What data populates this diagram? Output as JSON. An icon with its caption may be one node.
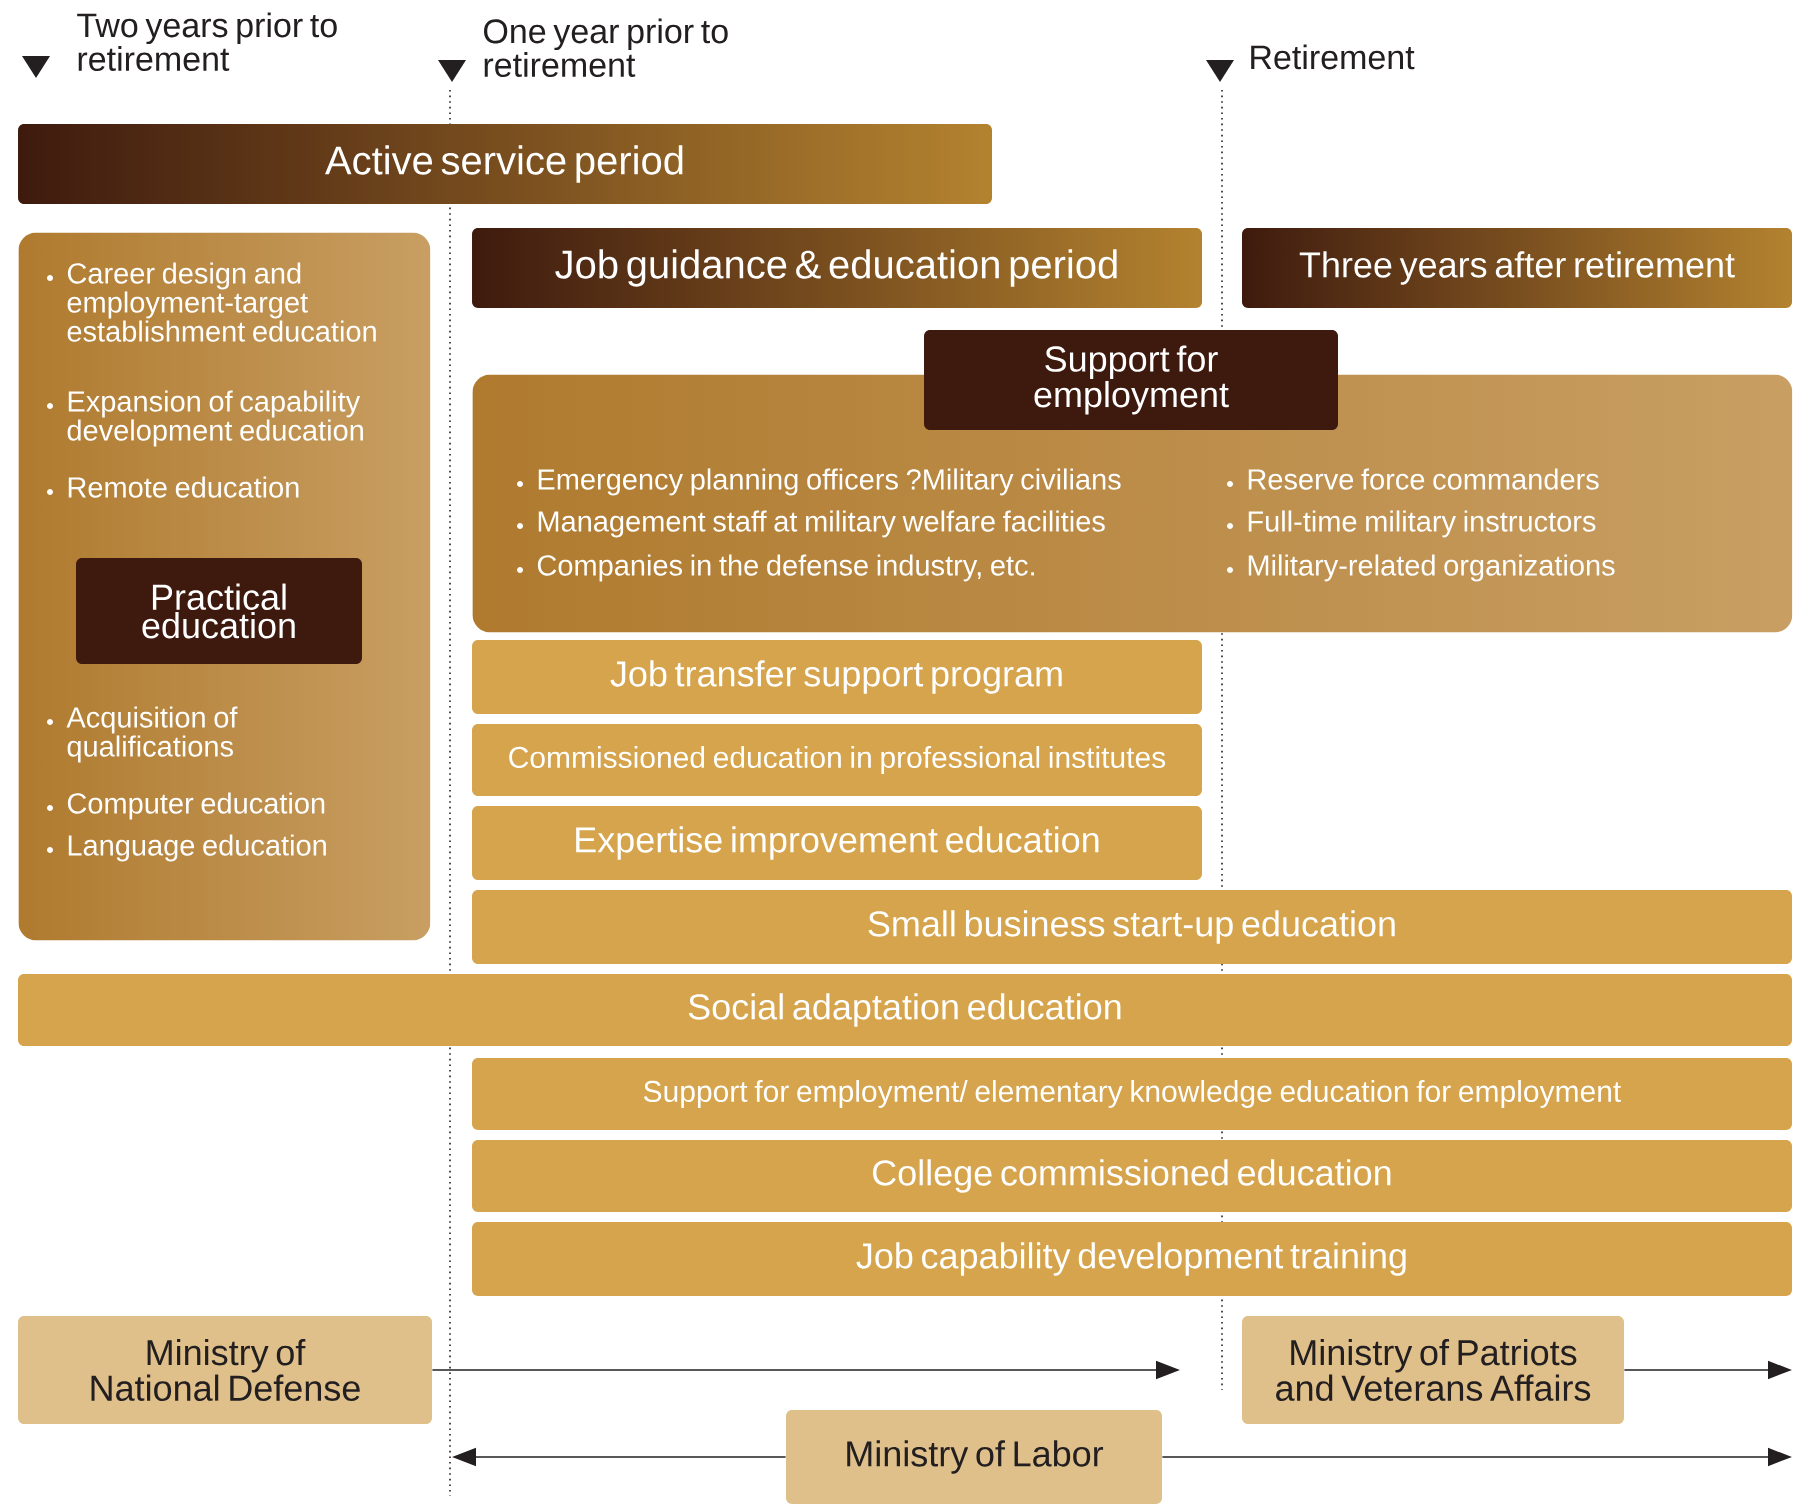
{
  "diagram": {
    "nodes": [
      {
        "text": [
          "Active service period"
        ]
      },
      {
        "text": [
          "Career design and employment-target establishment education",
          "Expansion of capability development education",
          "Remote education",
          "Acquisition of qualifications",
          "Computer education",
          "Language education"
        ]
      },
      {
        "text": [
          "Practical education"
        ],
        "in": 1
      },
      {
        "text": [
          "Job guidance & education period"
        ]
      },
      {
        "text": [
          "Three years after retirement"
        ]
      },
      {
        "text": [
          "Emergency planning officers ?Military civilians",
          "Management staff at military welfare facilities",
          "Companies in the defense industry, etc.",
          "Reserve force commanders",
          "Full-time military instructors",
          "Military-related organizations"
        ]
      },
      {
        "text": [
          "Support for employment"
        ]
      },
      {
        "text": [
          "Job transfer support program"
        ]
      },
      {
        "text": [
          "Commissioned education in professional institutes"
        ]
      },
      {
        "text": [
          "Expertise improvement education"
        ]
      },
      {
        "text": [
          "Small business start-up education"
        ]
      },
      {
        "text": [
          "Social adaptation education"
        ]
      },
      {
        "text": [
          "Support for employment/ elementary knowledge education for  employment"
        ]
      },
      {
        "text": [
          "College commissioned education"
        ]
      },
      {
        "text": [
          "Job capability development training"
        ]
      },
      {
        "text": [
          "Ministry of National Defense"
        ]
      },
      {
        "text": [
          "Ministry of Patriots and Veterans Affairs"
        ]
      },
      {
        "text": [
          "Ministry of Labor"
        ]
      }
    ],
    "edges": [
      {
        "from": 15,
        "to": null,
        "arrow": "to"
      },
      {
        "from": 16,
        "to": null,
        "arrow": "to"
      },
      {
        "from": 17,
        "to": null,
        "arrow": "to"
      },
      {
        "from": 17,
        "to": null,
        "arrow": "to"
      }
    ],
    "labels": [
      "Two years prior to retirement",
      "One year prior to retirement",
      "Retirement"
    ]
  }
}
